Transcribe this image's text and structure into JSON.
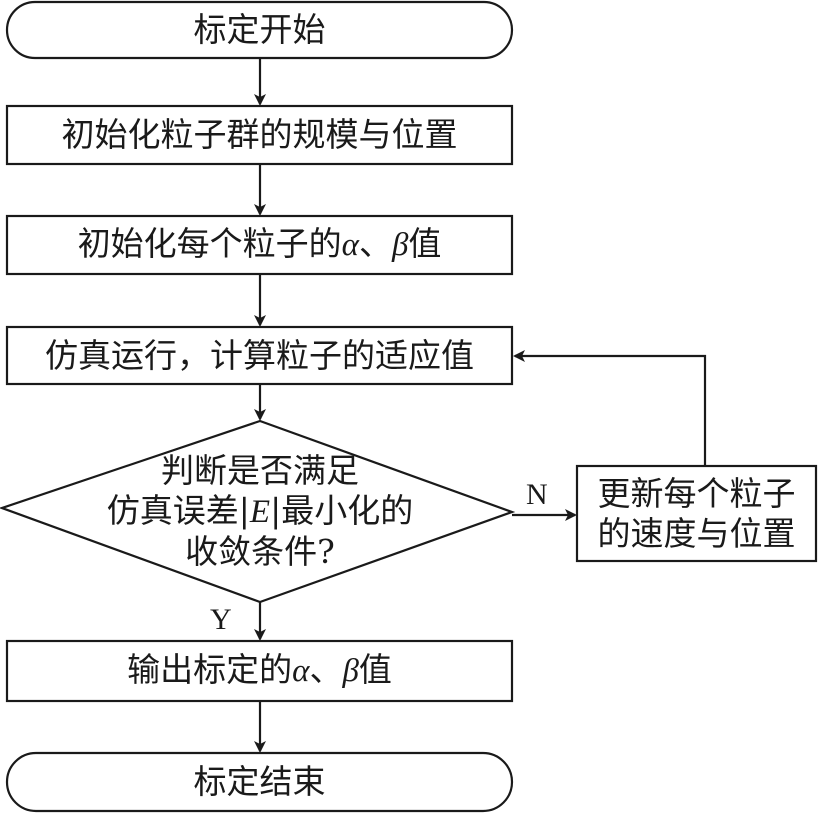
{
  "diagram": {
    "type": "flowchart",
    "nodes": {
      "start": {
        "shape": "terminal",
        "label": "标定开始"
      },
      "init_swarm": {
        "shape": "process",
        "label": "初始化粒子群的规模与位置"
      },
      "init_params": {
        "shape": "process",
        "label_prefix": "初始化每个粒子的",
        "alpha": "α",
        "sep": "、",
        "beta": "β",
        "label_suffix": "值"
      },
      "simulate": {
        "shape": "process",
        "label": "仿真运行，计算粒子的适应值"
      },
      "decision": {
        "shape": "decision",
        "line1": "判断是否满足",
        "line2_prefix": "仿真误差|",
        "line2_var": "E",
        "line2_suffix": "|最小化的",
        "line3": "收敛条件?"
      },
      "update": {
        "shape": "process",
        "line1": "更新每个粒子",
        "line2": "的速度与位置"
      },
      "output": {
        "shape": "process",
        "label_prefix": "输出标定的",
        "alpha": "α",
        "sep": "、",
        "beta": "β",
        "label_suffix": "值"
      },
      "end": {
        "shape": "terminal",
        "label": "标定结束"
      }
    },
    "edges": [
      {
        "from": "start",
        "to": "init_swarm",
        "label": ""
      },
      {
        "from": "init_swarm",
        "to": "init_params",
        "label": ""
      },
      {
        "from": "init_params",
        "to": "simulate",
        "label": ""
      },
      {
        "from": "simulate",
        "to": "decision",
        "label": ""
      },
      {
        "from": "decision",
        "to": "update",
        "label": "N"
      },
      {
        "from": "update",
        "to": "simulate",
        "label": ""
      },
      {
        "from": "decision",
        "to": "output",
        "label": "Y"
      },
      {
        "from": "output",
        "to": "end",
        "label": ""
      }
    ],
    "labels": {
      "no": "N",
      "yes": "Y"
    },
    "colors": {
      "stroke": "#1a1a1a",
      "fill": "#ffffff",
      "text": "#1a1a1a"
    }
  }
}
